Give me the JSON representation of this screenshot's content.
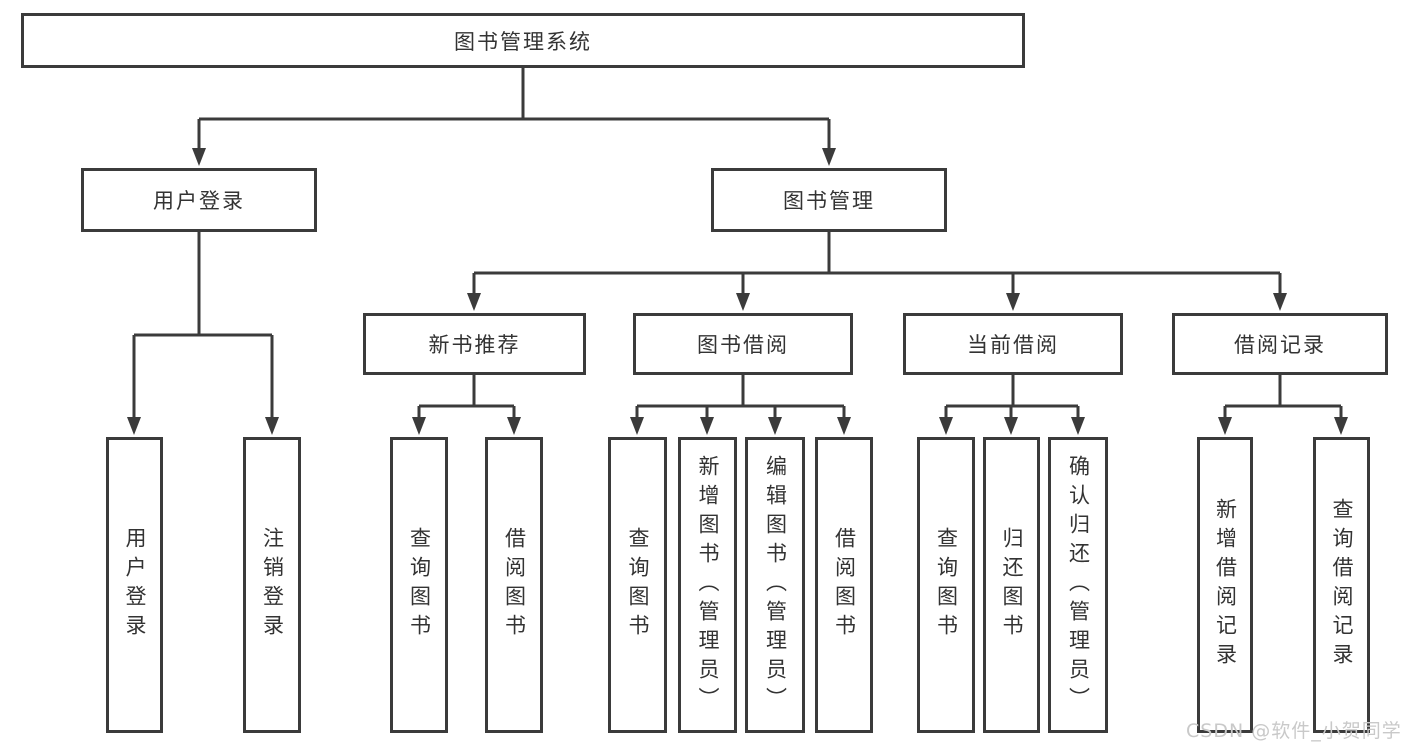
{
  "diagram_title": "图书管理系统",
  "tree": {
    "root": "图书管理系统",
    "branches": [
      {
        "label": "用户登录",
        "children": [
          "用户登录",
          "注销登录"
        ]
      },
      {
        "label": "图书管理",
        "groups": [
          {
            "label": "新书推荐",
            "children": [
              "查询图书",
              "借阅图书"
            ]
          },
          {
            "label": "图书借阅",
            "children": [
              "查询图书",
              "新增图书（管理员）",
              "编辑图书（管理员）",
              "借阅图书"
            ]
          },
          {
            "label": "当前借阅",
            "children": [
              "查询图书",
              "归还图书",
              "确认归还（管理员）"
            ]
          },
          {
            "label": "借阅记录",
            "children": [
              "新增借阅记录",
              "查询借阅记录"
            ]
          }
        ]
      }
    ]
  },
  "watermark": {
    "text": "CSDN @软件_小贺同学"
  },
  "colors": {
    "line": "#3b3b3b",
    "text": "#333333",
    "watermark": "#c9c9c9",
    "background": "#ffffff"
  }
}
